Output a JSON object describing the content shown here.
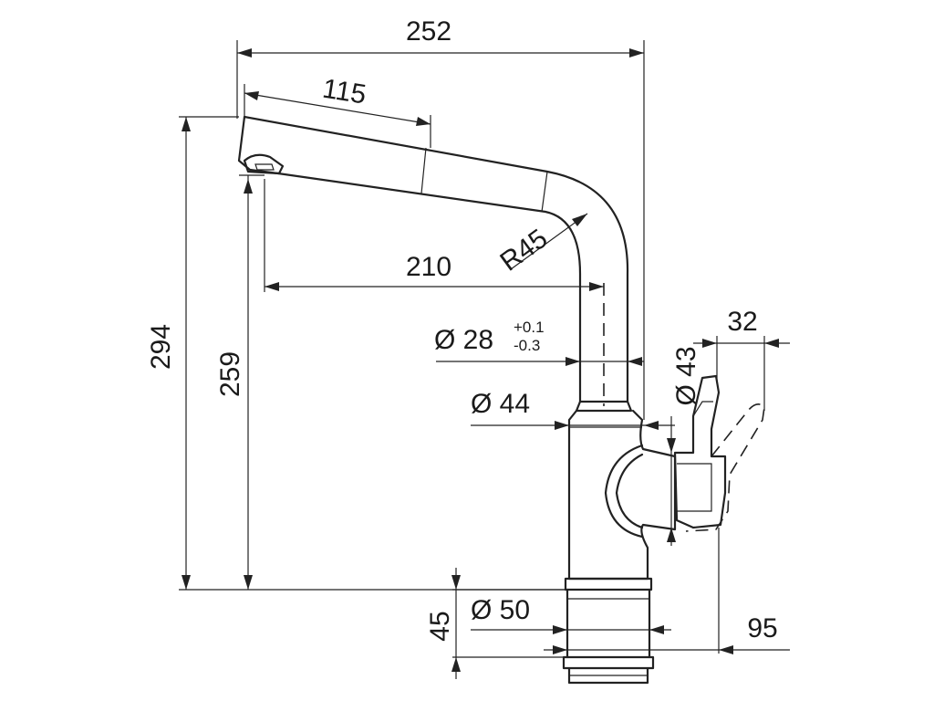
{
  "dimensions": {
    "overall_width": "252",
    "spout_top_length": "115",
    "radius": "R45",
    "spout_reach": "210",
    "tube_diameter_main": "Ø 28",
    "tube_diameter_tol_upper": "+0.1",
    "tube_diameter_tol_lower": "-0.3",
    "body_diameter": "Ø 44",
    "handle_diameter": "Ø 43",
    "handle_offset": "32",
    "overall_height": "294",
    "outlet_height": "259",
    "shank_length": "45",
    "shank_diameter": "Ø 50",
    "handle_reach": "95"
  }
}
